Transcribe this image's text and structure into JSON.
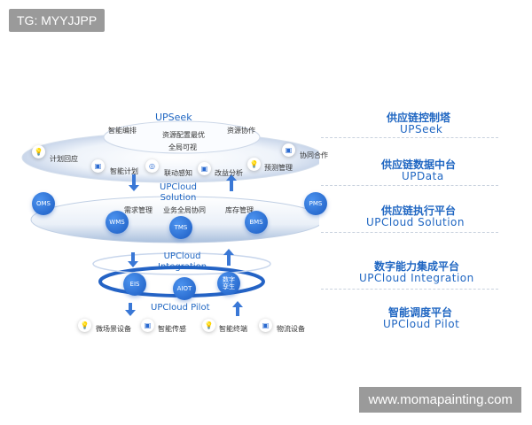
{
  "badge": "TG: MYYJJPP",
  "watermark": "www.momapainting.com",
  "top_layer": {
    "title": "UPSeek",
    "labels": [
      "智能编排",
      "资源协作",
      "资源配置最优",
      "全局可视",
      "计划回应",
      "协同合作",
      "智能计划",
      "联动感知",
      "改益分析",
      "预测管理"
    ]
  },
  "mid_layer": {
    "title_line1": "UPCloud",
    "title_line2": "Solution",
    "labels": [
      "需求管理",
      "业务全局协同",
      "库存管理"
    ],
    "nodes": [
      "OMS",
      "WMS",
      "TMS",
      "BMS",
      "PMS"
    ]
  },
  "integration_layer": {
    "title_line1": "UPCloud",
    "title_line2": "Integration",
    "nodes": [
      "EIS",
      "AIOT",
      "数字\n孪生"
    ]
  },
  "pilot_layer": {
    "title": "UPCloud  Pilot",
    "labels": [
      "微场景设备",
      "智能传感",
      "智能终端",
      "物流设备"
    ]
  },
  "right_labels": [
    {
      "cn": "供应链控制塔",
      "en": "UPSeek"
    },
    {
      "cn": "供应链数据中台",
      "en": "UPData"
    },
    {
      "cn": "供应链执行平台",
      "en": "UPCloud  Solution"
    },
    {
      "cn": "数字能力集成平台",
      "en": "UPCloud  Integration"
    },
    {
      "cn": "智能调度平台",
      "en": "UPCloud  Pilot"
    }
  ],
  "colors": {
    "accent": "#1f66c2",
    "node": "#2a6ad0"
  }
}
